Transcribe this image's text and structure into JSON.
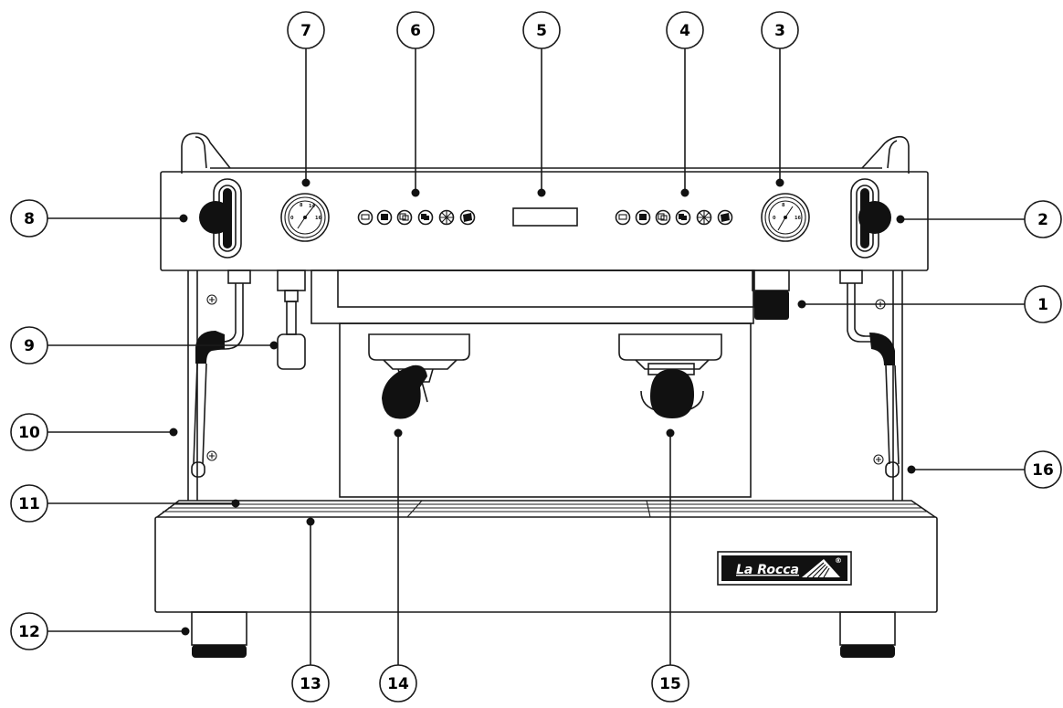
{
  "diagram": {
    "callouts": [
      {
        "id": "1",
        "label": "1"
      },
      {
        "id": "2",
        "label": "2"
      },
      {
        "id": "3",
        "label": "3"
      },
      {
        "id": "4",
        "label": "4"
      },
      {
        "id": "5",
        "label": "5"
      },
      {
        "id": "6",
        "label": "6"
      },
      {
        "id": "7",
        "label": "7"
      },
      {
        "id": "8",
        "label": "8"
      },
      {
        "id": "9",
        "label": "9"
      },
      {
        "id": "10",
        "label": "10"
      },
      {
        "id": "11",
        "label": "11"
      },
      {
        "id": "12",
        "label": "12"
      },
      {
        "id": "13",
        "label": "13"
      },
      {
        "id": "14",
        "label": "14"
      },
      {
        "id": "15",
        "label": "15"
      },
      {
        "id": "16",
        "label": "16"
      }
    ],
    "brand_logo": "La Rocca",
    "logo_mark": "®"
  },
  "colors": {
    "ink": "#1a1a1a",
    "fill_dark": "#111111",
    "background": "#ffffff"
  }
}
